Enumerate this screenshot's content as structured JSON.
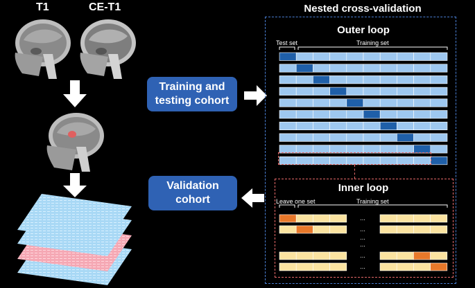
{
  "labels": {
    "t1": "T1",
    "ce_t1": "CE-T1"
  },
  "boxes": {
    "training_cohort": [
      "Training and",
      "testing cohort"
    ],
    "validation_cohort": [
      "Validation",
      "cohort"
    ]
  },
  "nested": {
    "title": "Nested cross-validation",
    "outer": {
      "title": "Outer loop",
      "test_label": "Test set",
      "train_label": "Training set"
    },
    "inner": {
      "title": "Inner loop",
      "leave_label": "Leave one set",
      "train_label": "Training set",
      "ellipsis": "..."
    }
  },
  "colors": {
    "outer_train": "#9ec8f0",
    "outer_test": "#1f5fa8",
    "inner_train": "#fbe3a0",
    "inner_leave": "#e8782a",
    "box_blue": "#2f62b4",
    "dashed_blue": "#4a7fd4",
    "dashed_red": "#e86a6a"
  }
}
